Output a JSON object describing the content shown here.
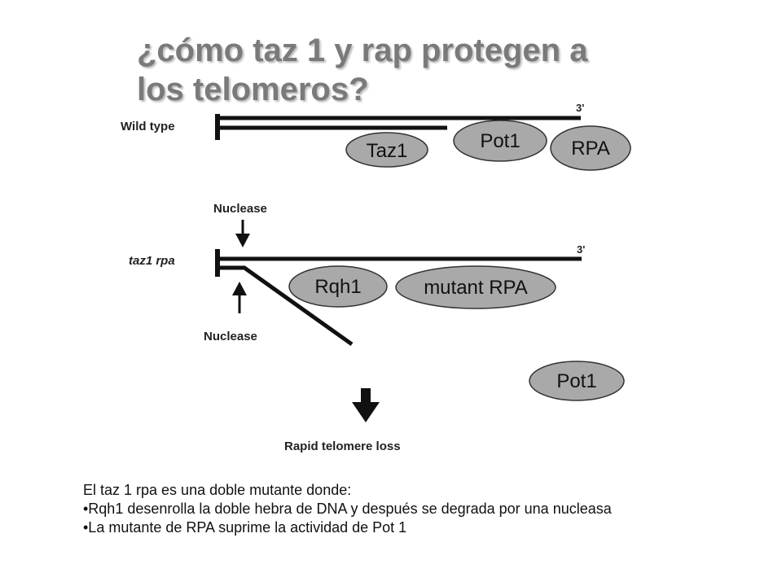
{
  "title": {
    "line1": "¿cómo taz 1 y rap protegen a",
    "line2": "los telomeros?"
  },
  "diagram": {
    "wild_type_label": "Wild type",
    "three_prime_top": "3'",
    "taz1": "Taz1",
    "pot1_top": "Pot1",
    "rpa": "RPA",
    "nuclease_top": "Nuclease",
    "mutant_label": "taz1 rpa",
    "three_prime_mid": "3'",
    "rqh1": "Rqh1",
    "mutant_rpa": "mutant RPA",
    "nuclease_bottom": "Nuclease",
    "pot1_free": "Pot1",
    "rapid_loss": "Rapid telomere loss",
    "protein_fill": "#a9a9a9"
  },
  "caption": {
    "intro": "El taz 1 rpa es una doble mutante donde:",
    "bullet1": "•Rqh1 desenrolla la doble hebra de DNA y después se degrada por una nucleasa",
    "bullet2": "•La mutante de RPA suprime la actividad de Pot 1"
  }
}
